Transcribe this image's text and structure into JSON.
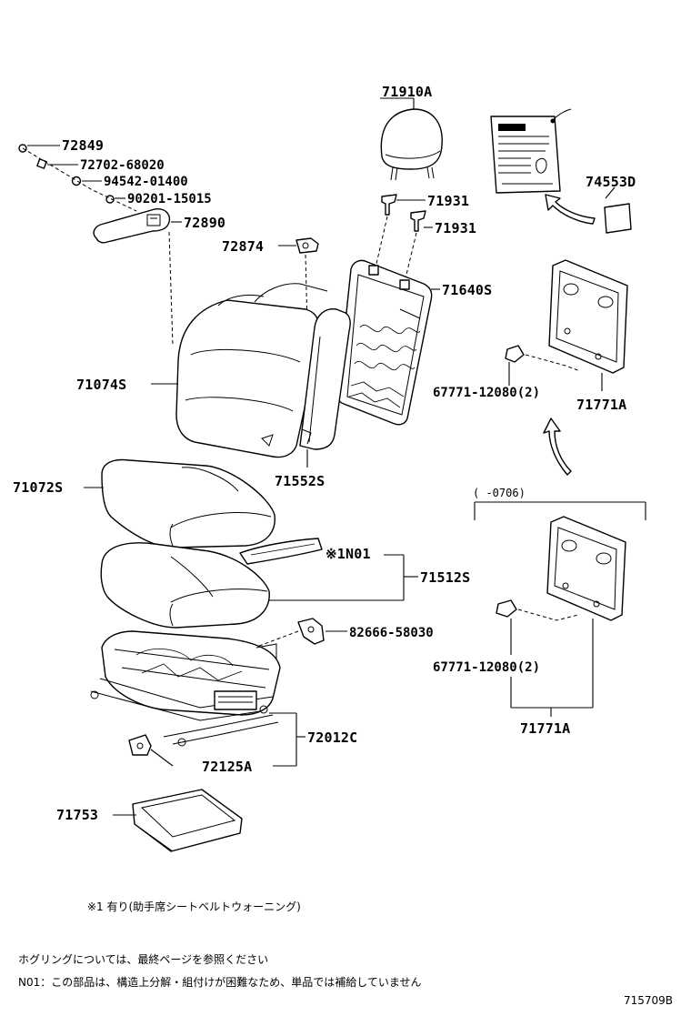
{
  "labels": {
    "p71910A": "71910A",
    "p72849": "72849",
    "p72702": "72702-68020",
    "p94542": "94542-01400",
    "p90201": "90201-15015",
    "p72890": "72890",
    "p72874": "72874",
    "p71931a": "71931",
    "p71931b": "71931",
    "p74553D": "74553D",
    "p71640S": "71640S",
    "p71074S": "71074S",
    "p67771a": "67771-12080(2)",
    "p71771Aa": "71771A",
    "p71552S": "71552S",
    "p71072S": "71072S",
    "pN01": "※1N01",
    "p71512S": "71512S",
    "p82666": "82666-58030",
    "p72012C": "72012C",
    "p72125A": "72125A",
    "p71753": "71753",
    "p67771b": "67771-12080(2)",
    "p71771Ab": "71771A",
    "range": "(      -0706)"
  },
  "notes": {
    "note1": "※1 有り(助手席シートベルトウォーニング)",
    "note2": "ホグリングについては、最終ページを参照ください",
    "note3": "N01：この部品は、構造上分解・組付けが困難なため、単品では補給していません"
  },
  "figure_id": "715709B"
}
